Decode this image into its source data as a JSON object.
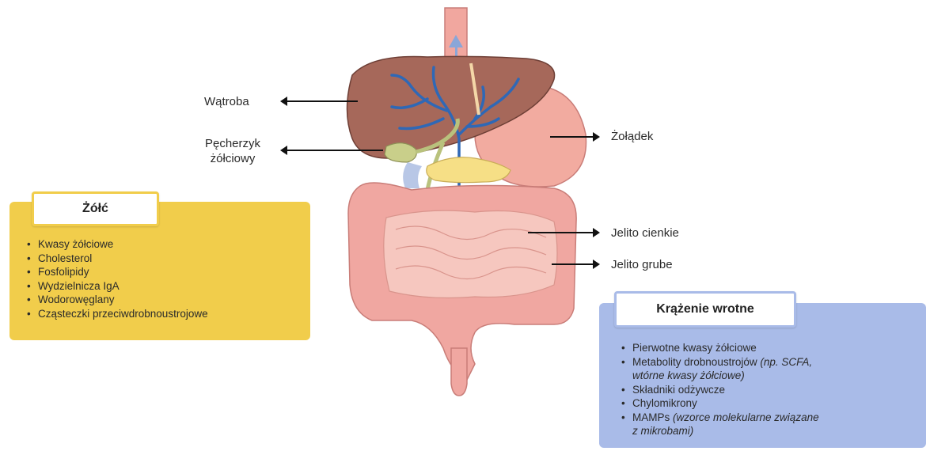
{
  "labels": {
    "liver": "Wątroba",
    "gallbladder_line1": "Pęcherzyk",
    "gallbladder_line2": "żółciowy",
    "stomach": "Żołądek",
    "small_intestine": "Jelito cienkie",
    "large_intestine": "Jelito grube"
  },
  "bile_box": {
    "title": "Żółć",
    "items": [
      "Kwasy żółciowe",
      "Cholesterol",
      "Fosfolipidy",
      "Wydzielnicza IgA",
      "Wodorowęglany",
      "Cząsteczki przeciwdrobnoustrojowe"
    ]
  },
  "portal_box": {
    "title": "Krążenie wrotne",
    "items": [
      {
        "text": "Pierwotne kwasy żółciowe"
      },
      {
        "text": "Metabolity drobnoustrojów",
        "note": "(np. SCFA,",
        "note2": "wtórne kwasy żółciowe)"
      },
      {
        "text": "Składniki odżywcze"
      },
      {
        "text": "Chylomikrony"
      },
      {
        "text": "MAMPs",
        "note": "(wzorce molekularne związane",
        "note2": "z mikrobami)"
      }
    ]
  },
  "colors": {
    "bile_box": "#f1cd4b",
    "portal_box": "#a9bbe8",
    "liver": "#a6685a",
    "liver_vessels": "#2f68b6",
    "stomach": "#f2aba0",
    "intestine": "#f0a7a1",
    "gallbladder": "#c9cf8a",
    "pancreas": "#f6df86"
  }
}
